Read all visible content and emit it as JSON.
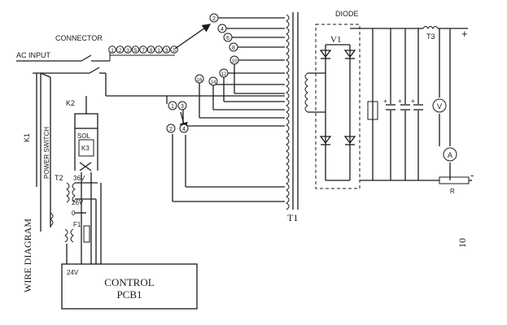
{
  "labels": {
    "connector": "CONNECTOR",
    "ac_input": "AC INPUT",
    "diode": "DIODE",
    "v1": "V1",
    "t3": "T3",
    "plus": "+",
    "minus": "-",
    "k1": "K1",
    "k2": "K2",
    "k3": "K3",
    "sol": "SOL",
    "power_switch": "POWER SWITCH",
    "t2": "T2",
    "v36": "36V",
    "v26": "26V",
    "zero": "0",
    "f1": "F1",
    "v24": "24V",
    "control": "CONTROL",
    "pcb1": "PCB1",
    "t1": "T1",
    "r": "R",
    "a": "A",
    "v": "V",
    "wire_diagram": "WIRE DIAGRAM",
    "page_num": "10"
  },
  "connector_pins": [
    "1",
    "2",
    "3",
    "5",
    "7",
    "9",
    "1",
    "3",
    "5"
  ],
  "tap_numbers": {
    "t2": "2",
    "t4": "4",
    "t6": "6",
    "t8": "8",
    "t10": "10",
    "t12": "12",
    "t14": "14",
    "t16": "16",
    "s1": "1",
    "s3": "3",
    "s2": "2",
    "s4": "4"
  }
}
